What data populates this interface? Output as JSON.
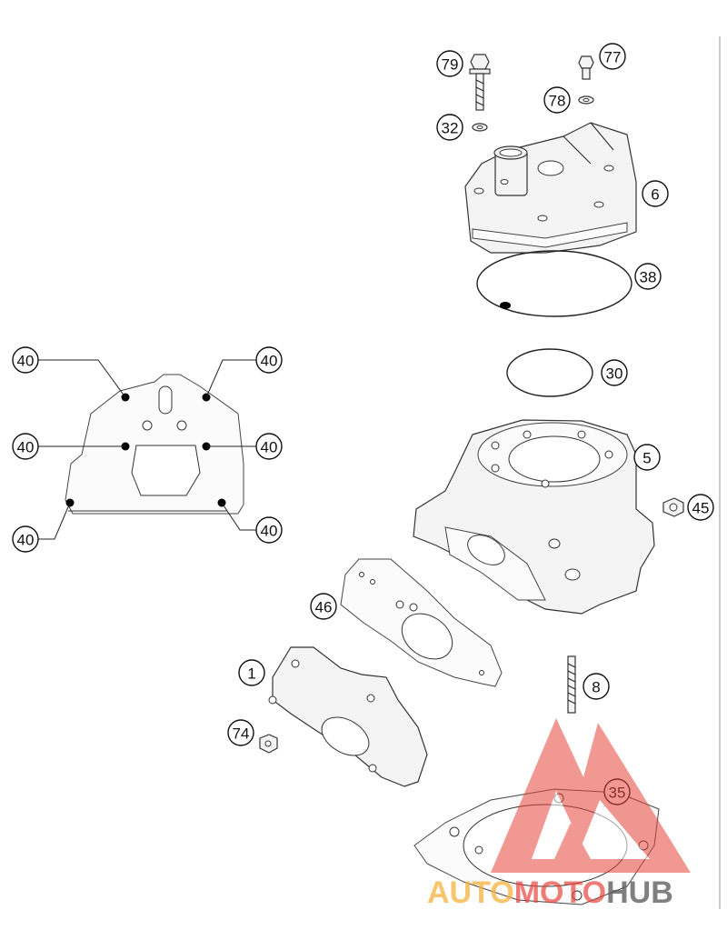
{
  "callouts": {
    "c79": "79",
    "c77": "77",
    "c78": "78",
    "c32": "32",
    "c6": "6",
    "c38": "38",
    "c30": "30",
    "c5": "5",
    "c45": "45",
    "c46": "46",
    "c1": "1",
    "c74": "74",
    "c8": "8",
    "c35": "35",
    "c40a": "40",
    "c40b": "40",
    "c40c": "40",
    "c40d": "40",
    "c40e": "40",
    "c40f": "40"
  },
  "watermark": {
    "part1": "AUTO",
    "part2": "MOTO",
    "part3": "HUB",
    "color_orange": "#f7b23b",
    "color_red": "#e8453c",
    "color_gray": "#555555"
  }
}
